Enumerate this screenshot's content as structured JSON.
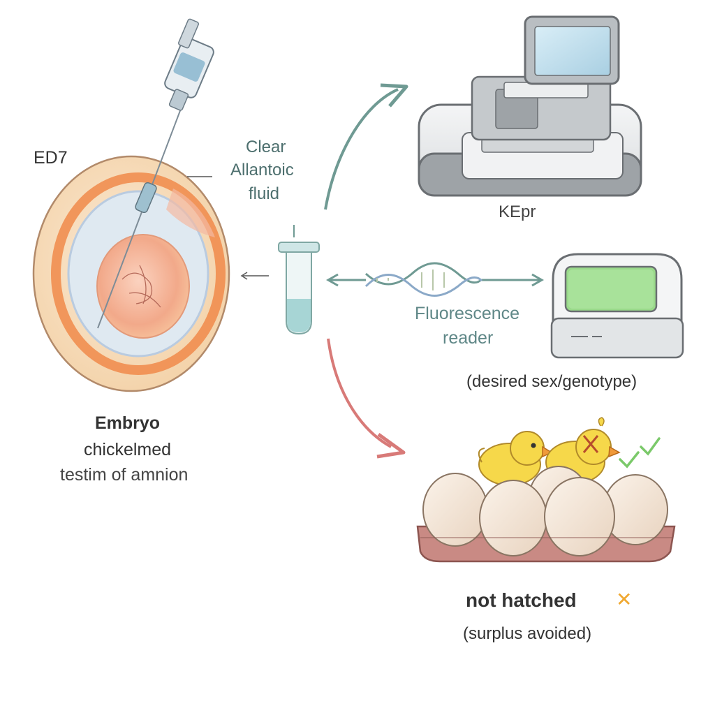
{
  "labels": {
    "stage": "ED7",
    "fluid_line1": "Clear",
    "fluid_line2": "Allantoic",
    "fluid_line3": "fluid",
    "machine": "KEpr",
    "reader_line1": "Fluorescence",
    "reader_line2": "reader",
    "desired": "(desired sex/genotype)",
    "embryo_line1": "Embryo",
    "embryo_line2": "chickelmed",
    "embryo_line3": "testim of amnion",
    "not_hatched": "not hatched",
    "surplus": "(surplus avoided)"
  },
  "symbols": {
    "cross": "✕"
  },
  "colors": {
    "teal_arrow": "#6f9a93",
    "red_arrow": "#d87a78",
    "cross": "#f0a830",
    "check": "#7bc96a",
    "chick": "#f6d84a",
    "egg": "#f3e6d8",
    "tray": "#c98a84"
  }
}
